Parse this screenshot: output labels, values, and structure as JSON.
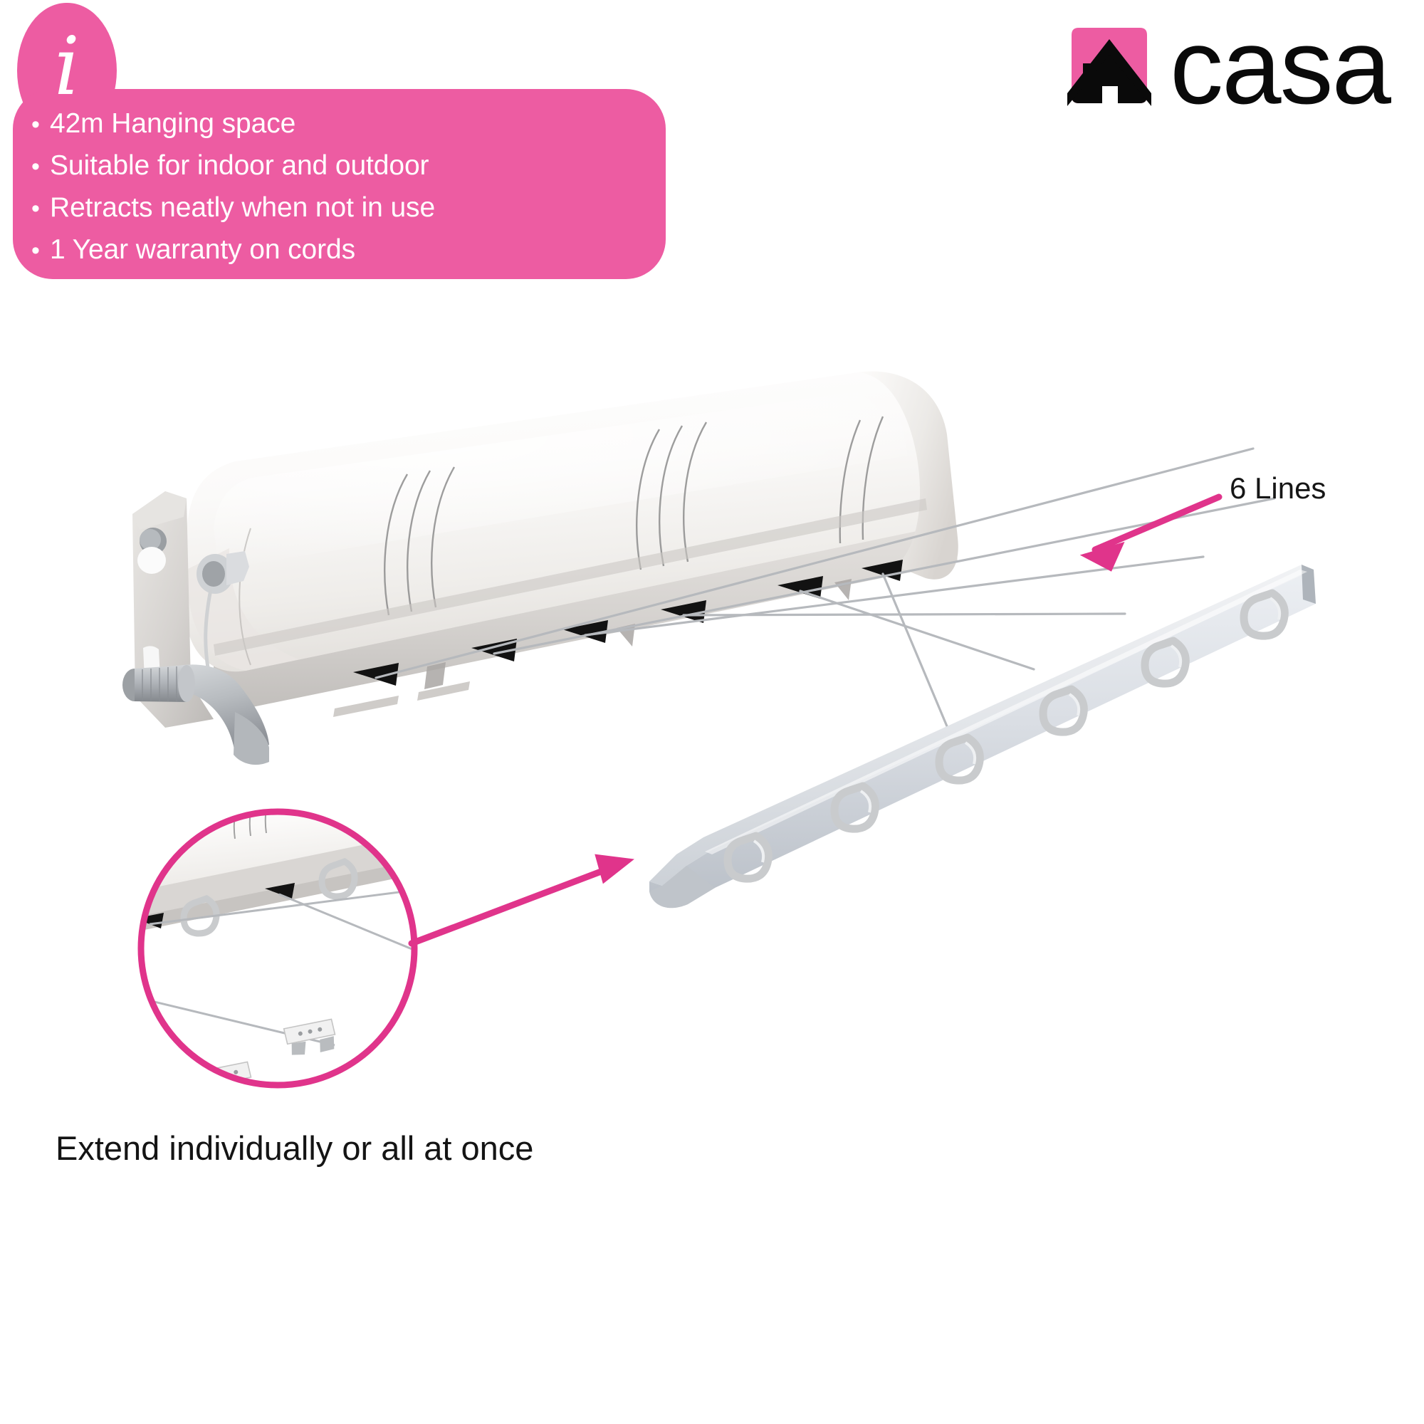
{
  "theme": {
    "brand_pink": "#ED5CA2",
    "arrow_pink": "#E0348B",
    "text_black": "#141414",
    "casing_white": "#F2F0EE",
    "bracket_grey": "#C9CCD0",
    "line_grey": "#B9BCC0"
  },
  "info_badge": {
    "icon": "info-icon",
    "icon_glyph": "i",
    "bullets": [
      {
        "marker": "•",
        "text": "42m Hanging space"
      },
      {
        "marker": "•",
        "text": "Suitable for indoor and outdoor"
      },
      {
        "marker": "•",
        "text": "Retracts neatly when not in use"
      },
      {
        "marker": "•",
        "text": "1 Year warranty on cords"
      }
    ]
  },
  "logo": {
    "mark_name": "casa-house-icon",
    "wordmark": "casa"
  },
  "annotations": {
    "lines_label": "6 Lines",
    "lines_count": 6,
    "caption": "Extend individually or all at once"
  },
  "product": {
    "name": "retractable-washing-line",
    "casing_name": "retractable-line-casing",
    "bracket_name": "wall-mount-bracket",
    "handle_name": "release-handle",
    "hookbar_name": "hook-bar",
    "hook_count": 6,
    "line_count": 6,
    "line_exit_slots": 6
  },
  "detail_callout": {
    "name": "detail-zoom-circle",
    "shows": "cord-end-clips"
  }
}
